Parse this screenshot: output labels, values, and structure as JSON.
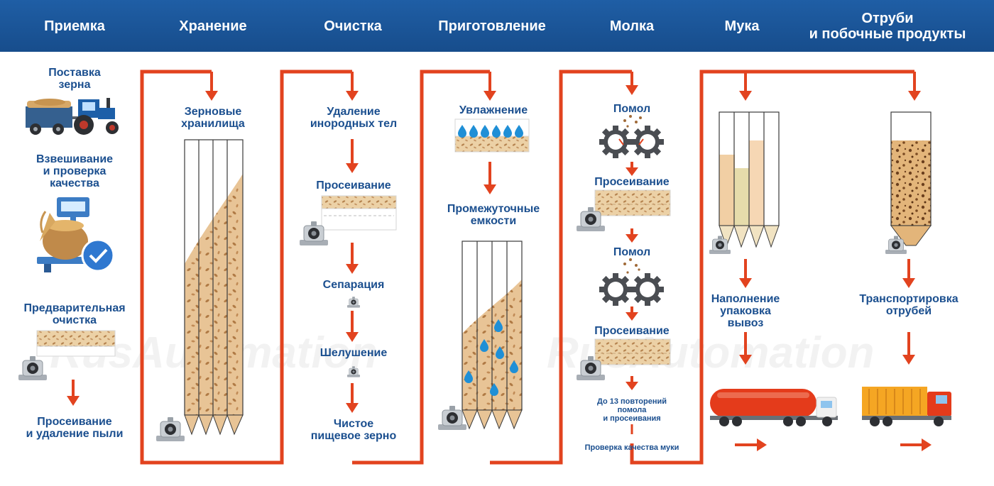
{
  "header": {
    "stages": [
      {
        "label": "Приемка"
      },
      {
        "label": "Хранение"
      },
      {
        "label": "Очистка"
      },
      {
        "label": "Приготовление"
      },
      {
        "label": "Молка"
      },
      {
        "label": "Мука"
      },
      {
        "label": "Отруби\nи побочные продукты"
      }
    ]
  },
  "receiving": {
    "delivery": "Поставка\nзерна",
    "weighing": "Взвешивание\nи проверка\nкачества",
    "preclean": "Предварительная\nочистка",
    "dust": "Просеивание\nи удаление пыли"
  },
  "storage": {
    "silos": "Зерновые\nхранилища"
  },
  "cleaning": {
    "removal": "Удаление\nинородных тел",
    "sieving": "Просеивание",
    "separation": "Сепарация",
    "hulling": "Шелушение",
    "clean_grain": "Чистое\nпищевое зерно"
  },
  "preparation": {
    "moistening": "Увлажнение",
    "bins": "Промежуточные\nемкости"
  },
  "milling": {
    "grind1": "Помол",
    "sift1": "Просеивание",
    "grind2": "Помол",
    "sift2": "Просеивание",
    "repeat": "До 13 повторений\nпомола\nи просеивания",
    "quality": "Проверка качества муки"
  },
  "flour": {
    "fill": "Наполнение\nупаковка\nвывоз"
  },
  "bran": {
    "transport": "Транспортировка\nотрубей"
  },
  "watermark": {
    "text": "RusAutomation"
  },
  "colors": {
    "header": "#1b5598",
    "label": "#1b4f8f",
    "flow": "#e2431f",
    "grain": "#e8c496"
  },
  "icons": [
    "tractor-icon",
    "scale-icon",
    "vibrator-icon",
    "gear-icon",
    "water-drop-icon",
    "tank-truck-icon",
    "cargo-truck-icon"
  ]
}
